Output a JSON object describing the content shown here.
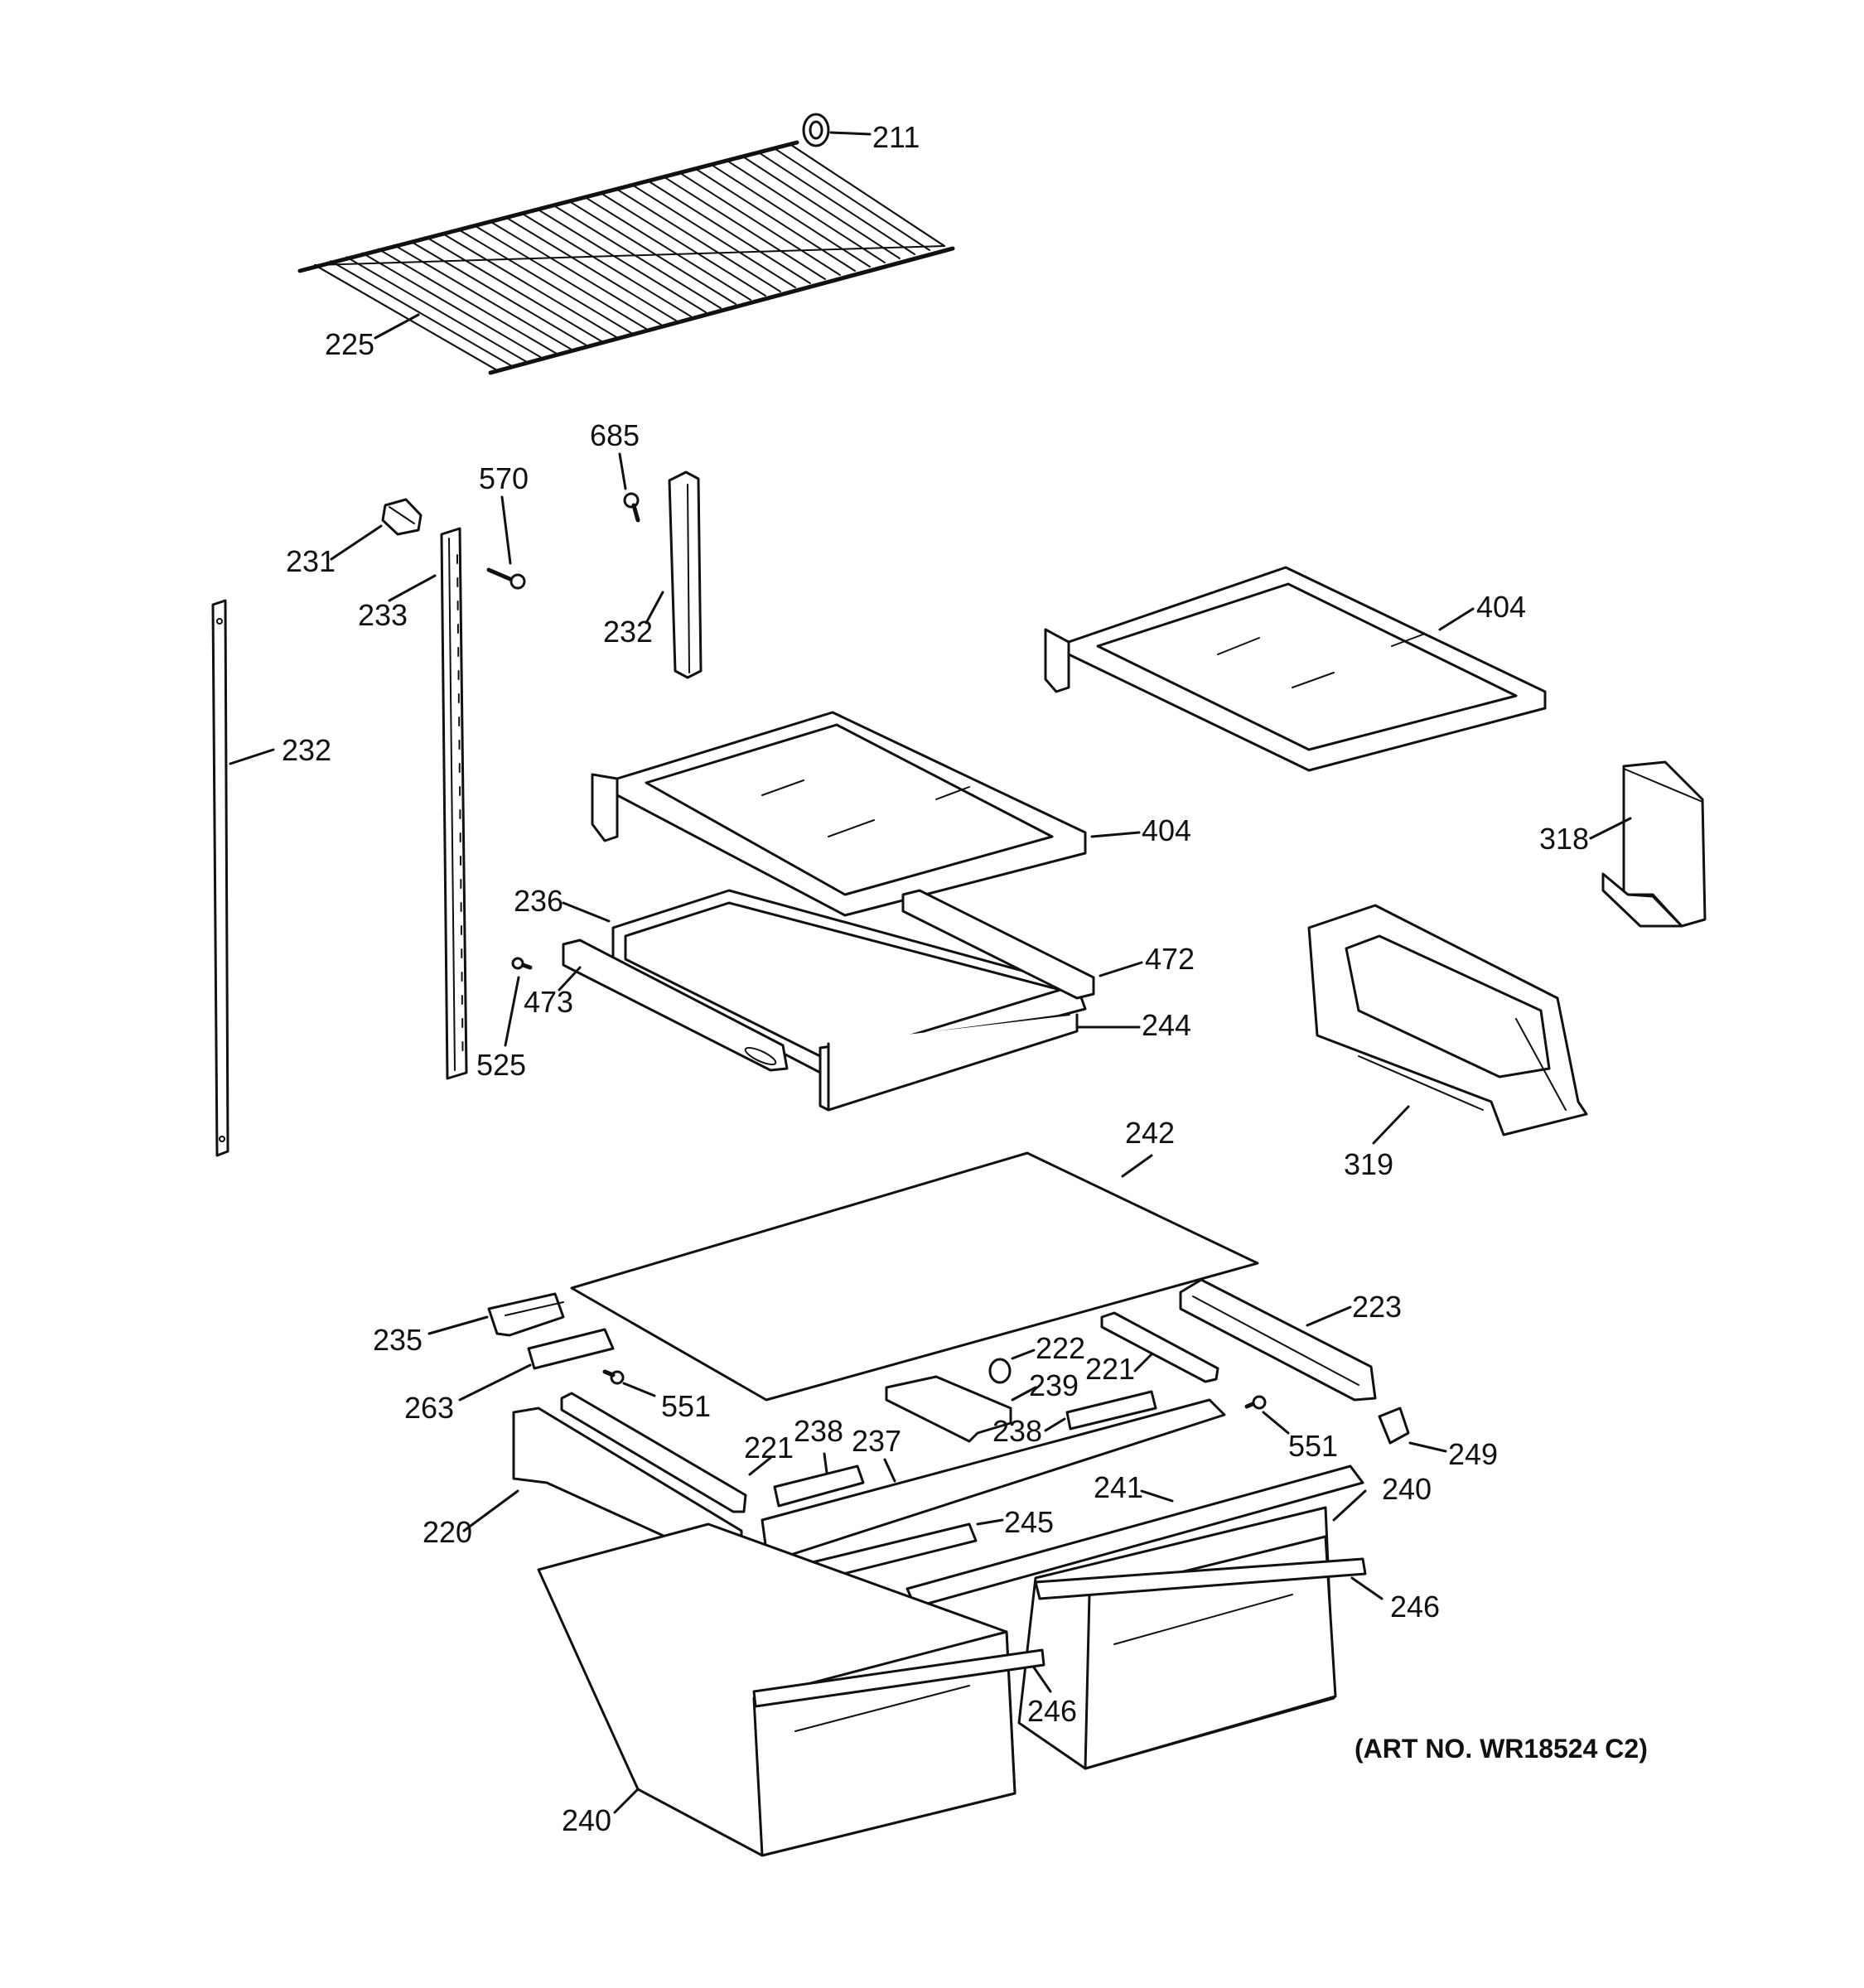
{
  "diagram": {
    "labels": {
      "l211": "211",
      "l225": "225",
      "l685": "685",
      "l570": "570",
      "l231": "231",
      "l233": "233",
      "l232a": "232",
      "l232b": "232",
      "l404a": "404",
      "l404b": "404",
      "l318": "318",
      "l236": "236",
      "l472": "472",
      "l473": "473",
      "l525": "525",
      "l244": "244",
      "l319": "319",
      "l242": "242",
      "l223": "223",
      "l235": "235",
      "l222": "222",
      "l239": "239",
      "l221a": "221",
      "l263": "263",
      "l551a": "551",
      "l238a": "238",
      "l238b": "238",
      "l551b": "551",
      "l249": "249",
      "l221b": "221",
      "l237": "237",
      "l241": "241",
      "l240a": "240",
      "l220": "220",
      "l245": "245",
      "l246a": "246",
      "l246b": "246",
      "l240b": "240"
    },
    "art_number": "(ART NO. WR18524 C2)"
  }
}
